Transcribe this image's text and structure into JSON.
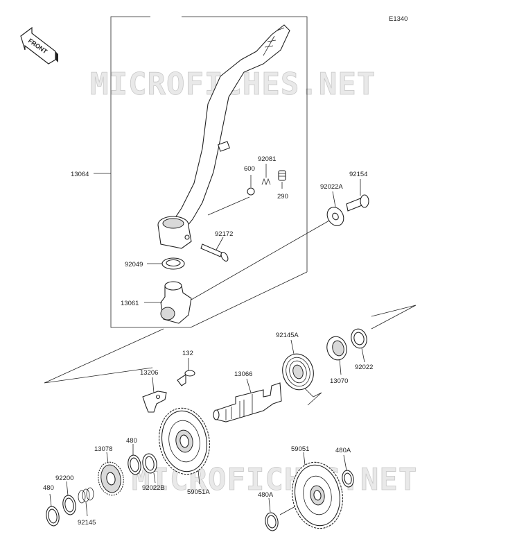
{
  "diagram_code": "E1340",
  "front_label": "FRONT",
  "watermark": "MICROFICHES.NET",
  "parts": {
    "p13064": "13064",
    "p600": "600",
    "p92081": "92081",
    "p290": "290",
    "p92154": "92154",
    "p92022A": "92022A",
    "p92172": "92172",
    "p92049": "92049",
    "p13061": "13061",
    "p92145A": "92145A",
    "p92022": "92022",
    "p13070": "13070",
    "p132": "132",
    "p13206": "13206",
    "p13066": "13066",
    "p13078": "13078",
    "p480a": "480",
    "p480b": "480",
    "p92200": "92200",
    "p92145": "92145",
    "p92022B": "92022B",
    "p59051A": "59051A",
    "p59051": "59051",
    "p480A1": "480A",
    "p480A2": "480A"
  }
}
